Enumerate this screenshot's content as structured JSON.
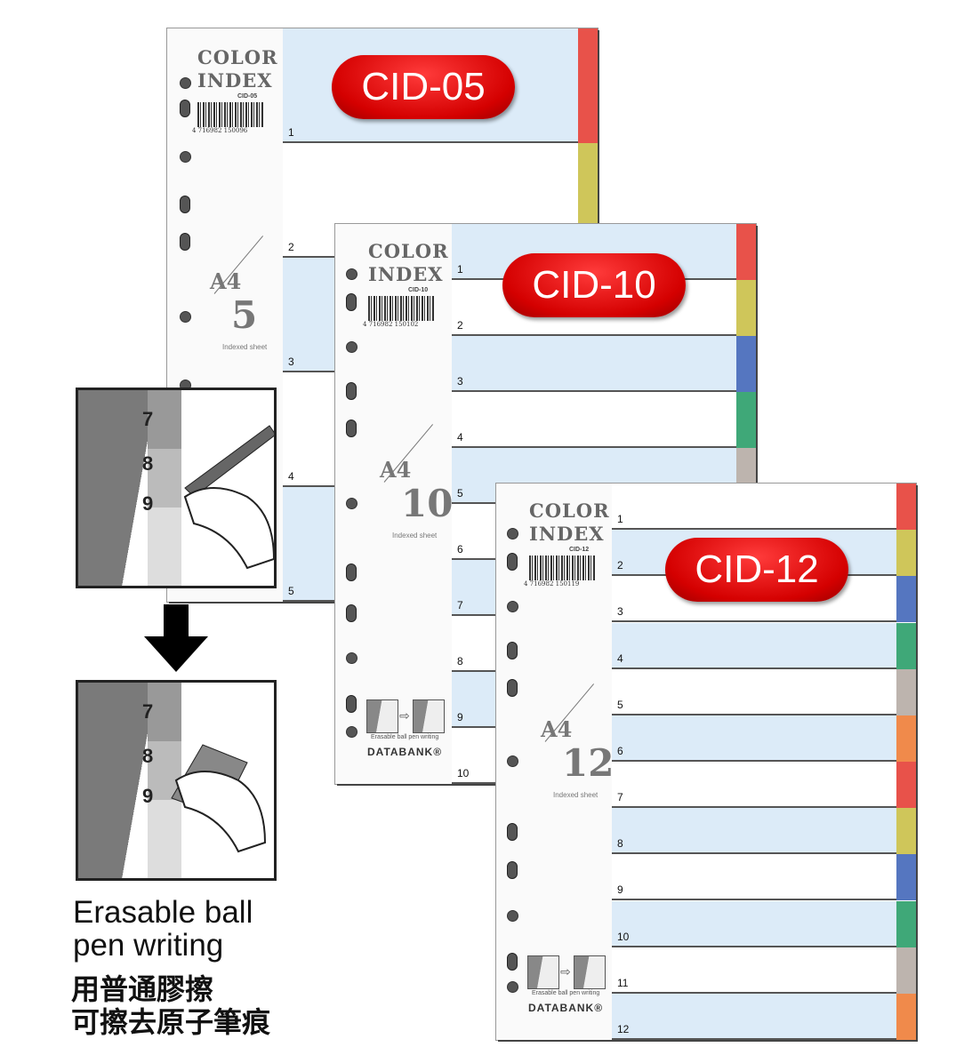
{
  "sheets": [
    {
      "brand_line1": "COLOR",
      "brand_line2": "INDEX",
      "code": "CID-05",
      "barcode": "4 716982 150096",
      "size": "A4",
      "count": "5",
      "sheet_label": "Indexed sheet",
      "badge": "CID-05",
      "rows": [
        "1",
        "2",
        "3",
        "4",
        "5"
      ]
    },
    {
      "brand_line1": "COLOR",
      "brand_line2": "INDEX",
      "code": "CID-10",
      "barcode": "4 716982 150102",
      "size": "A4",
      "count": "10",
      "sheet_label": "Indexed sheet",
      "badge": "CID-10",
      "erase_caption": "Erasable ball pen writing",
      "logo": "DATABANK®",
      "rows": [
        "1",
        "2",
        "3",
        "4",
        "5",
        "6",
        "7",
        "8",
        "9",
        "10"
      ]
    },
    {
      "brand_line1": "COLOR",
      "brand_line2": "INDEX",
      "code": "CID-12",
      "barcode": "4 716982 150119",
      "size": "A4",
      "count": "12",
      "sheet_label": "Indexed sheet",
      "badge": "CID-12",
      "erase_caption": "Erasable ball pen writing",
      "logo": "DATABANK®",
      "rows": [
        "1",
        "2",
        "3",
        "4",
        "5",
        "6",
        "7",
        "8",
        "9",
        "10",
        "11",
        "12"
      ]
    }
  ],
  "tab_colors": [
    "#e8524a",
    "#cfc65a",
    "#5576c0",
    "#3fa878",
    "#bdb4ae",
    "#f08a4b"
  ],
  "illustration": {
    "numbers": [
      "7",
      "8",
      "9"
    ]
  },
  "caption": {
    "en_line1": "Erasable ball",
    "en_line2": "pen writing",
    "zh_line1": "用普通膠擦",
    "zh_line2": "可擦去原子筆痕"
  }
}
